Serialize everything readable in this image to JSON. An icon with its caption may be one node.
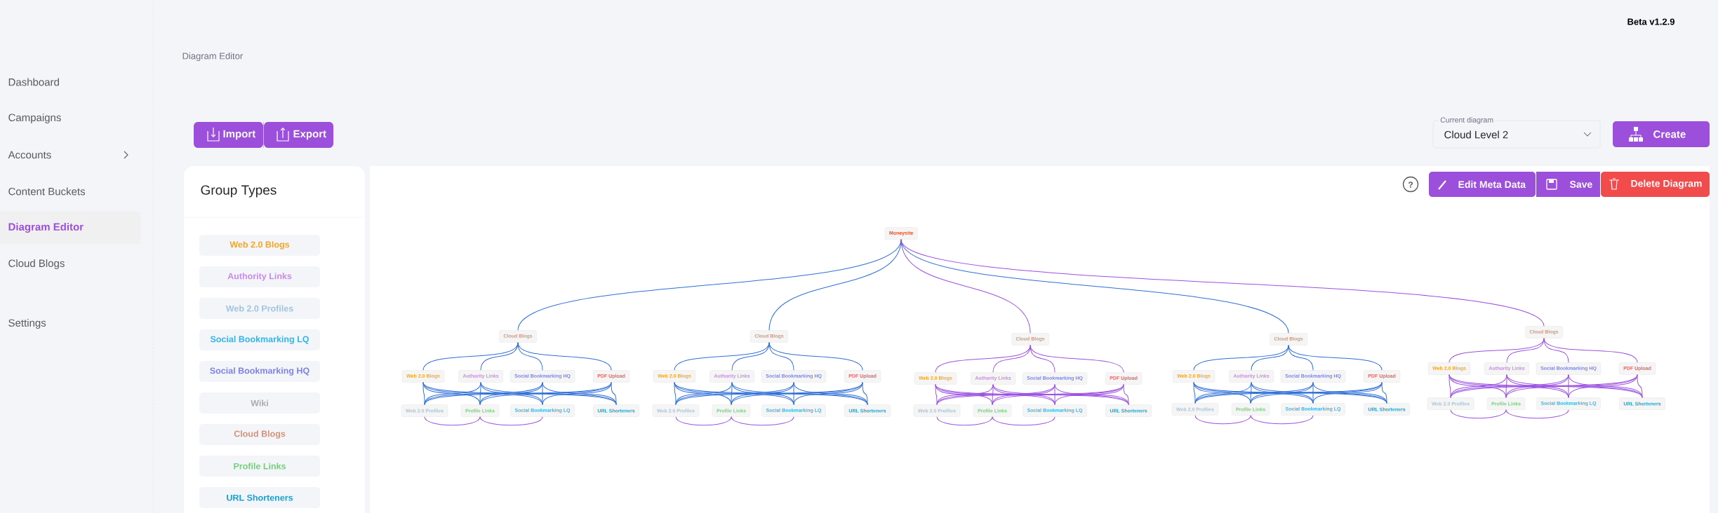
{
  "diagram": {
    "nodes": [
      {
        "text": [
          "Moneysite"
        ]
      },
      {
        "text": [
          "Cloud Blogs"
        ]
      },
      {
        "text": [
          "Web 2.0 Blogs"
        ]
      },
      {
        "text": [
          "Authority Links"
        ]
      },
      {
        "text": [
          "Social Bookmarking HQ"
        ]
      },
      {
        "text": [
          "PDF Upload"
        ]
      },
      {
        "text": [
          "Web 2.0 Profiles"
        ]
      },
      {
        "text": [
          "Profile Links"
        ]
      },
      {
        "text": [
          "Social Bookmarking LQ"
        ]
      },
      {
        "text": [
          "URL Shorteners"
        ]
      },
      {
        "text": [
          "Cloud Blogs"
        ]
      },
      {
        "text": [
          "Web 2.0 Blogs"
        ]
      },
      {
        "text": [
          "Authority Links"
        ]
      },
      {
        "text": [
          "Social Bookmarking HQ"
        ]
      },
      {
        "text": [
          "PDF Upload"
        ]
      },
      {
        "text": [
          "Web 2.0 Profiles"
        ]
      },
      {
        "text": [
          "Profile Links"
        ]
      },
      {
        "text": [
          "Social Bookmarking LQ"
        ]
      },
      {
        "text": [
          "URL Shorteners"
        ]
      },
      {
        "text": [
          "Cloud Blogs"
        ]
      },
      {
        "text": [
          "Web 2.0 Blogs"
        ]
      },
      {
        "text": [
          "Authority Links"
        ]
      },
      {
        "text": [
          "Social Bookmarking HQ"
        ]
      },
      {
        "text": [
          "PDF Upload"
        ]
      },
      {
        "text": [
          "Web 2.0 Profiles"
        ]
      },
      {
        "text": [
          "Profile Links"
        ]
      },
      {
        "text": [
          "Social Bookmarking LQ"
        ]
      },
      {
        "text": [
          "URL Shorteners"
        ]
      },
      {
        "text": [
          "Cloud Blogs"
        ]
      },
      {
        "text": [
          "Web 2.0 Blogs"
        ]
      },
      {
        "text": [
          "Authority Links"
        ]
      },
      {
        "text": [
          "Social Bookmarking HQ"
        ]
      },
      {
        "text": [
          "PDF Upload"
        ]
      },
      {
        "text": [
          "Web 2.0 Profiles"
        ]
      },
      {
        "text": [
          "Profile Links"
        ]
      },
      {
        "text": [
          "Social Bookmarking LQ"
        ]
      },
      {
        "text": [
          "URL Shorteners"
        ]
      },
      {
        "text": [
          "Cloud Blogs"
        ]
      },
      {
        "text": [
          "Web 2.0 Blogs"
        ]
      },
      {
        "text": [
          "Authority Links"
        ]
      },
      {
        "text": [
          "Social Bookmarking HQ"
        ]
      },
      {
        "text": [
          "PDF Upload"
        ]
      },
      {
        "text": [
          "Web 2.0 Profiles"
        ]
      },
      {
        "text": [
          "Profile Links"
        ]
      },
      {
        "text": [
          "Social Bookmarking LQ"
        ]
      },
      {
        "text": [
          "URL Shorteners"
        ]
      }
    ],
    "edges": [
      {
        "from": 0,
        "to": 1,
        "arrow": "none"
      },
      {
        "from": 0,
        "to": 10,
        "arrow": "none"
      },
      {
        "from": 0,
        "to": 19,
        "arrow": "none",
        "color": "#9b51e0"
      },
      {
        "from": 0,
        "to": 28,
        "arrow": "none"
      },
      {
        "from": 0,
        "to": 37,
        "arrow": "none",
        "color": "#9b51e0"
      },
      {
        "from": 1,
        "to": 2,
        "arrow": "none"
      },
      {
        "from": 1,
        "to": 3,
        "arrow": "none"
      },
      {
        "from": 1,
        "to": 4,
        "arrow": "none"
      },
      {
        "from": 1,
        "to": 5,
        "arrow": "none"
      },
      {
        "from": 2,
        "to": 6,
        "arrow": "none"
      },
      {
        "from": 2,
        "to": 7,
        "arrow": "none"
      },
      {
        "from": 2,
        "to": 8,
        "arrow": "none"
      },
      {
        "from": 2,
        "to": 9,
        "arrow": "none"
      },
      {
        "from": 3,
        "to": 6,
        "arrow": "none"
      },
      {
        "from": 3,
        "to": 7,
        "arrow": "none"
      },
      {
        "from": 3,
        "to": 8,
        "arrow": "none"
      },
      {
        "from": 3,
        "to": 9,
        "arrow": "none"
      },
      {
        "from": 4,
        "to": 6,
        "arrow": "none"
      },
      {
        "from": 4,
        "to": 7,
        "arrow": "none"
      },
      {
        "from": 4,
        "to": 8,
        "arrow": "none"
      },
      {
        "from": 4,
        "to": 9,
        "arrow": "none"
      },
      {
        "from": 5,
        "to": 6,
        "arrow": "none"
      },
      {
        "from": 5,
        "to": 7,
        "arrow": "none"
      },
      {
        "from": 5,
        "to": 8,
        "arrow": "none"
      },
      {
        "from": 5,
        "to": 9,
        "arrow": "none"
      },
      {
        "from": 6,
        "to": 7,
        "arrow": "none",
        "color": "#9b51e0"
      },
      {
        "from": 7,
        "to": 8,
        "arrow": "none",
        "color": "#9b51e0"
      },
      {
        "from": 10,
        "to": 11,
        "arrow": "none"
      },
      {
        "from": 10,
        "to": 12,
        "arrow": "none"
      },
      {
        "from": 10,
        "to": 13,
        "arrow": "none"
      },
      {
        "from": 10,
        "to": 14,
        "arrow": "none"
      },
      {
        "from": 11,
        "to": 15,
        "arrow": "none"
      },
      {
        "from": 11,
        "to": 16,
        "arrow": "none"
      },
      {
        "from": 11,
        "to": 17,
        "arrow": "none"
      },
      {
        "from": 11,
        "to": 18,
        "arrow": "none"
      },
      {
        "from": 12,
        "to": 15,
        "arrow": "none"
      },
      {
        "from": 12,
        "to": 16,
        "arrow": "none"
      },
      {
        "from": 12,
        "to": 17,
        "arrow": "none"
      },
      {
        "from": 12,
        "to": 18,
        "arrow": "none"
      },
      {
        "from": 13,
        "to": 15,
        "arrow": "none"
      },
      {
        "from": 13,
        "to": 16,
        "arrow": "none"
      },
      {
        "from": 13,
        "to": 17,
        "arrow": "none"
      },
      {
        "from": 13,
        "to": 18,
        "arrow": "none"
      },
      {
        "from": 14,
        "to": 15,
        "arrow": "none"
      },
      {
        "from": 14,
        "to": 16,
        "arrow": "none"
      },
      {
        "from": 14,
        "to": 17,
        "arrow": "none"
      },
      {
        "from": 14,
        "to": 18,
        "arrow": "none"
      },
      {
        "from": 15,
        "to": 16,
        "arrow": "none",
        "color": "#9b51e0"
      },
      {
        "from": 16,
        "to": 17,
        "arrow": "none",
        "color": "#9b51e0"
      },
      {
        "from": 19,
        "to": 20,
        "arrow": "none",
        "color": "#9b51e0"
      },
      {
        "from": 19,
        "to": 21,
        "arrow": "none",
        "color": "#9b51e0"
      },
      {
        "from": 19,
        "to": 22,
        "arrow": "none",
        "color": "#9b51e0"
      },
      {
        "from": 19,
        "to": 23,
        "arrow": "none",
        "color": "#9b51e0"
      },
      {
        "from": 20,
        "to": 24,
        "arrow": "none",
        "color": "#9b51e0"
      },
      {
        "from": 20,
        "to": 25,
        "arrow": "none",
        "color": "#9b51e0"
      },
      {
        "from": 20,
        "to": 26,
        "arrow": "none",
        "color": "#9b51e0"
      },
      {
        "from": 20,
        "to": 27,
        "arrow": "none",
        "color": "#9b51e0"
      },
      {
        "from": 21,
        "to": 24,
        "arrow": "none",
        "color": "#9b51e0"
      },
      {
        "from": 21,
        "to": 25,
        "arrow": "none",
        "color": "#9b51e0"
      },
      {
        "from": 21,
        "to": 26,
        "arrow": "none",
        "color": "#9b51e0"
      },
      {
        "from": 21,
        "to": 27,
        "arrow": "none",
        "color": "#9b51e0"
      },
      {
        "from": 22,
        "to": 24,
        "arrow": "none",
        "color": "#9b51e0"
      },
      {
        "from": 22,
        "to": 25,
        "arrow": "none",
        "color": "#9b51e0"
      },
      {
        "from": 22,
        "to": 26,
        "arrow": "none",
        "color": "#9b51e0"
      },
      {
        "from": 22,
        "to": 27,
        "arrow": "none",
        "color": "#9b51e0"
      },
      {
        "from": 23,
        "to": 24,
        "arrow": "none",
        "color": "#9b51e0"
      },
      {
        "from": 23,
        "to": 25,
        "arrow": "none",
        "color": "#9b51e0"
      },
      {
        "from": 23,
        "to": 26,
        "arrow": "none",
        "color": "#9b51e0"
      },
      {
        "from": 23,
        "to": 27,
        "arrow": "none",
        "color": "#9b51e0"
      },
      {
        "from": 24,
        "to": 25,
        "arrow": "none",
        "color": "#9b51e0"
      },
      {
        "from": 25,
        "to": 26,
        "arrow": "none",
        "color": "#9b51e0"
      },
      {
        "from": 28,
        "to": 29,
        "arrow": "none"
      },
      {
        "from": 28,
        "to": 30,
        "arrow": "none"
      },
      {
        "from": 28,
        "to": 31,
        "arrow": "none"
      },
      {
        "from": 28,
        "to": 32,
        "arrow": "none"
      },
      {
        "from": 29,
        "to": 33,
        "arrow": "none"
      },
      {
        "from": 29,
        "to": 34,
        "arrow": "none"
      },
      {
        "from": 29,
        "to": 35,
        "arrow": "none"
      },
      {
        "from": 29,
        "to": 36,
        "arrow": "none"
      },
      {
        "from": 30,
        "to": 33,
        "arrow": "none"
      },
      {
        "from": 30,
        "to": 34,
        "arrow": "none"
      },
      {
        "from": 30,
        "to": 35,
        "arrow": "none"
      },
      {
        "from": 30,
        "to": 36,
        "arrow": "none"
      },
      {
        "from": 31,
        "to": 33,
        "arrow": "none"
      },
      {
        "from": 31,
        "to": 34,
        "arrow": "none"
      },
      {
        "from": 31,
        "to": 35,
        "arrow": "none"
      },
      {
        "from": 31,
        "to": 36,
        "arrow": "none"
      },
      {
        "from": 32,
        "to": 33,
        "arrow": "none"
      },
      {
        "from": 32,
        "to": 34,
        "arrow": "none"
      },
      {
        "from": 32,
        "to": 35,
        "arrow": "none"
      },
      {
        "from": 32,
        "to": 36,
        "arrow": "none"
      },
      {
        "from": 33,
        "to": 34,
        "arrow": "none",
        "color": "#9b51e0"
      },
      {
        "from": 34,
        "to": 35,
        "arrow": "none",
        "color": "#9b51e0"
      },
      {
        "from": 37,
        "to": 38,
        "arrow": "none",
        "color": "#9b51e0"
      },
      {
        "from": 37,
        "to": 39,
        "arrow": "none",
        "color": "#9b51e0"
      },
      {
        "from": 37,
        "to": 40,
        "arrow": "none",
        "color": "#9b51e0"
      },
      {
        "from": 37,
        "to": 41,
        "arrow": "none",
        "color": "#9b51e0"
      },
      {
        "from": 38,
        "to": 42,
        "arrow": "none",
        "color": "#9b51e0"
      },
      {
        "from": 38,
        "to": 43,
        "arrow": "none",
        "color": "#9b51e0"
      },
      {
        "from": 38,
        "to": 44,
        "arrow": "none",
        "color": "#9b51e0"
      },
      {
        "from": 38,
        "to": 45,
        "arrow": "none",
        "color": "#9b51e0"
      },
      {
        "from": 39,
        "to": 42,
        "arrow": "none",
        "color": "#9b51e0"
      },
      {
        "from": 39,
        "to": 43,
        "arrow": "none",
        "color": "#9b51e0"
      },
      {
        "from": 39,
        "to": 44,
        "arrow": "none",
        "color": "#9b51e0"
      },
      {
        "from": 39,
        "to": 45,
        "arrow": "none",
        "color": "#9b51e0"
      },
      {
        "from": 40,
        "to": 42,
        "arrow": "none",
        "color": "#9b51e0"
      },
      {
        "from": 40,
        "to": 43,
        "arrow": "none",
        "color": "#9b51e0"
      },
      {
        "from": 40,
        "to": 44,
        "arrow": "none",
        "color": "#9b51e0"
      },
      {
        "from": 40,
        "to": 45,
        "arrow": "none",
        "color": "#9b51e0"
      },
      {
        "from": 41,
        "to": 42,
        "arrow": "none",
        "color": "#9b51e0"
      },
      {
        "from": 41,
        "to": 43,
        "arrow": "none",
        "color": "#9b51e0"
      },
      {
        "from": 41,
        "to": 44,
        "arrow": "none",
        "color": "#9b51e0"
      },
      {
        "from": 41,
        "to": 45,
        "arrow": "none",
        "color": "#9b51e0"
      },
      {
        "from": 42,
        "to": 43,
        "arrow": "none",
        "color": "#9b51e0"
      },
      {
        "from": 43,
        "to": 44,
        "arrow": "none",
        "color": "#9b51e0"
      }
    ],
    "labels": [
      "Diagram Editor",
      "Beta v1.2.9",
      "Dashboard",
      "Campaigns",
      "Accounts",
      "Content Buckets",
      "Diagram Editor",
      "Cloud Blogs",
      "Settings",
      "Import",
      "Export",
      "Current diagram",
      "Cloud Level 2",
      "Create",
      "Edit Meta Data",
      "Save",
      "Delete Diagram",
      "Group Types",
      "Web 2.0 Blogs",
      "Authority Links",
      "Web 2.0 Profiles",
      "Social Bookmarking LQ",
      "Social Bookmarking HQ",
      "Wiki",
      "Cloud Blogs",
      "Profile Links",
      "URL Shorteners",
      "?"
    ]
  }
}
